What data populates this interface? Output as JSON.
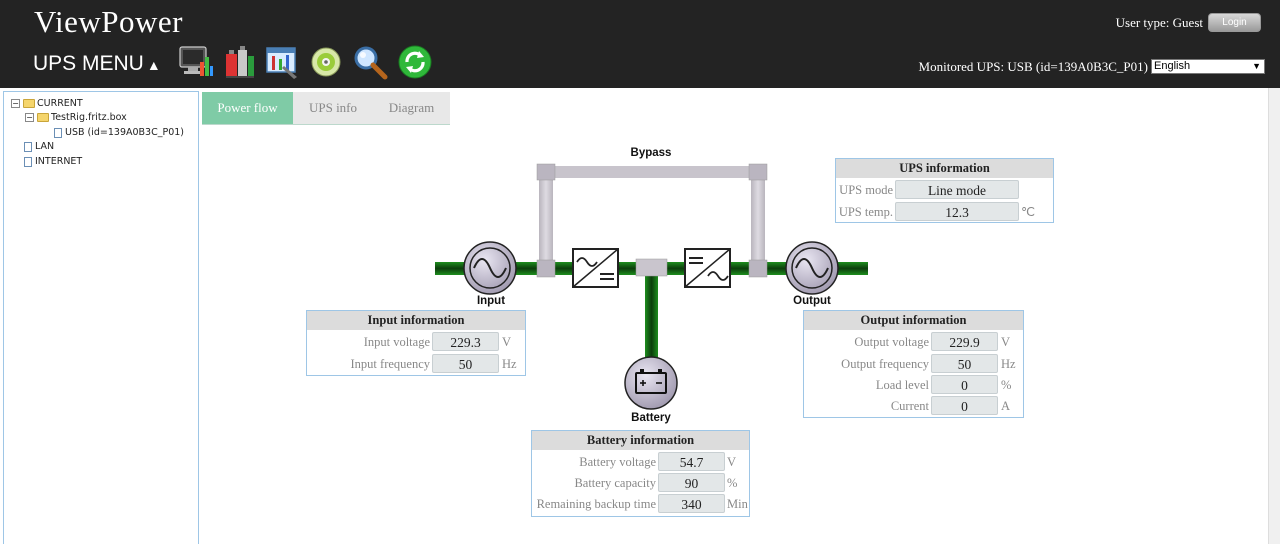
{
  "header": {
    "app_title": "ViewPower",
    "menu_label": "UPS MENU",
    "menu_arrow": "▲",
    "toolbar_icons": [
      "monitor-icon",
      "battery-tool-icon",
      "control-settings-icon",
      "cd-disc-icon",
      "search-magnifier-icon",
      "refresh-icon"
    ],
    "user_type": "User type: Guest",
    "login_label": "Login",
    "monitored_ups": "Monitored UPS: USB (id=139A0B3C_P01)",
    "language": "English"
  },
  "tree": {
    "current": "CURRENT",
    "host": "TestRig.fritz.box",
    "device": "USB (id=139A0B3C_P01)",
    "lan": "LAN",
    "internet": "INTERNET",
    "toggle_current": "−",
    "toggle_host": "−"
  },
  "tabs": [
    "Power flow",
    "UPS info",
    "Diagram"
  ],
  "active_tab": 0,
  "diagram": {
    "bypass_label": "Bypass",
    "input_label": "Input",
    "output_label": "Output",
    "battery_label": "Battery",
    "flow_color": "#1e8e1e",
    "bypass_color": "#c8c4cc"
  },
  "ups_info": {
    "title": "UPS information",
    "rows": [
      {
        "label": "UPS mode",
        "value": "Line mode",
        "unit": ""
      },
      {
        "label": "UPS temp.",
        "value": "12.3",
        "unit": "℃"
      }
    ]
  },
  "input_info": {
    "title": "Input information",
    "rows": [
      {
        "label": "Input voltage",
        "value": "229.3",
        "unit": "V"
      },
      {
        "label": "Input frequency",
        "value": "50",
        "unit": "Hz"
      }
    ]
  },
  "output_info": {
    "title": "Output information",
    "rows": [
      {
        "label": "Output voltage",
        "value": "229.9",
        "unit": "V"
      },
      {
        "label": "Output frequency",
        "value": "50",
        "unit": "Hz"
      },
      {
        "label": "Load level",
        "value": "0",
        "unit": "%"
      },
      {
        "label": "Current",
        "value": "0",
        "unit": "A"
      }
    ]
  },
  "battery_info": {
    "title": "Battery information",
    "rows": [
      {
        "label": "Battery voltage",
        "value": "54.7",
        "unit": "V"
      },
      {
        "label": "Battery capacity",
        "value": "90",
        "unit": "%"
      },
      {
        "label": "Remaining backup time",
        "value": "340",
        "unit": "Min"
      }
    ]
  }
}
